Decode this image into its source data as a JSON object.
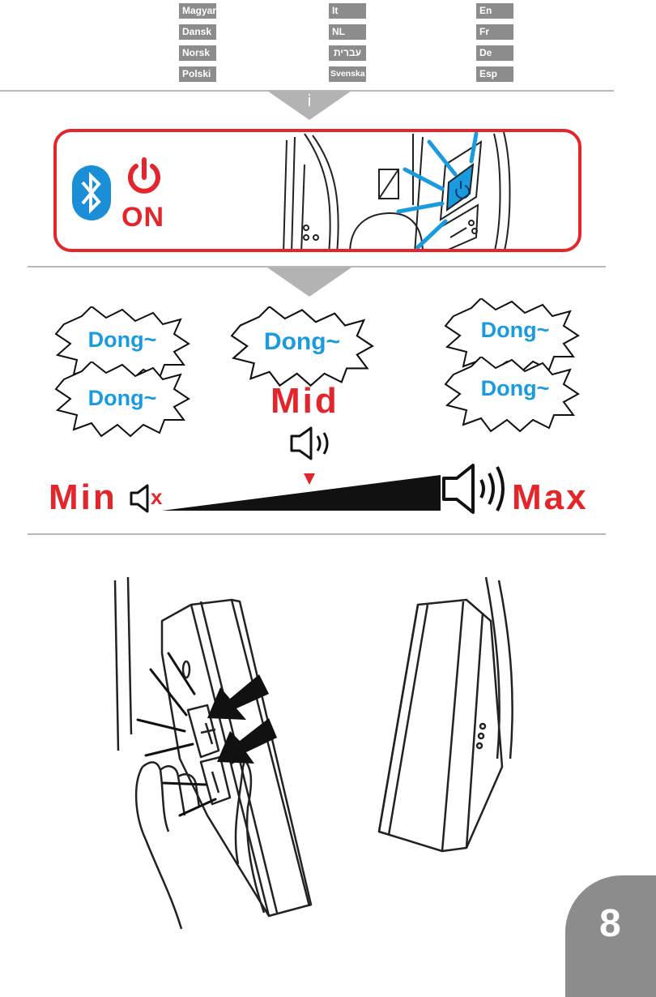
{
  "languages": [
    {
      "label": "Magyar"
    },
    {
      "label": "It"
    },
    {
      "label": "En"
    },
    {
      "label": "Dansk"
    },
    {
      "label": "NL"
    },
    {
      "label": "Fr"
    },
    {
      "label": "Norsk"
    },
    {
      "label": "עברית"
    },
    {
      "label": "De"
    },
    {
      "label": "Polski"
    },
    {
      "label": "Svenska"
    },
    {
      "label": "Esp"
    }
  ],
  "step1": {
    "marker": "i",
    "power_label": "ON",
    "icons": [
      "bluetooth-icon",
      "power-icon"
    ]
  },
  "step2": {
    "tones": {
      "min_count": "2",
      "mid_count": "1",
      "max_count": "2",
      "tone_text": "Dong~"
    },
    "mid_label": "Mid",
    "min_label": "Min",
    "max_label": "Max",
    "mute_mark": "x"
  },
  "colors": {
    "accent_red": "#e2262c",
    "tone_blue": "#1a9be0",
    "tag_gray": "#8c8c8c",
    "bluetooth_blue": "#1a8fd8"
  },
  "page": {
    "number": "8"
  }
}
